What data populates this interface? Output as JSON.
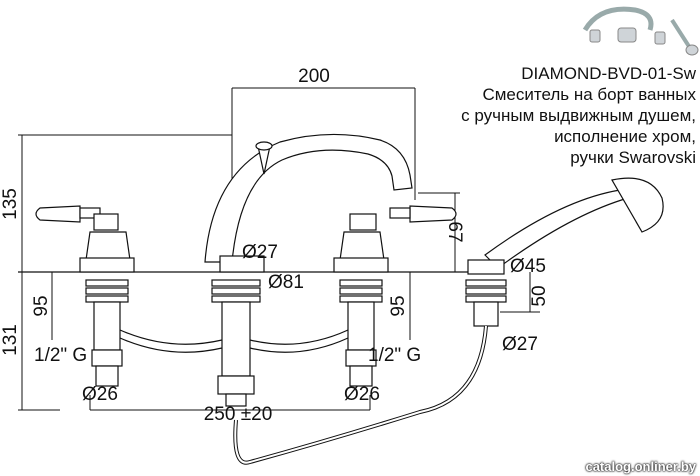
{
  "product": {
    "model": "DIAMOND-BVD-01-Sw",
    "description_lines": [
      "Смеситель на борт ванных",
      "с ручным выдвижным душем,",
      "исполнение хром,",
      "ручки Swarovski"
    ]
  },
  "dimensions": {
    "spout_reach": "200",
    "height_above_deck": "135",
    "below_deck": "131",
    "body_depth_left": "95",
    "body_depth_right": "95",
    "spout_height": "67",
    "hose_outlet_depth": "50",
    "spout_base_dia": "Ø27",
    "spout_flange_dia": "Ø81",
    "shower_flange_dia": "Ø45",
    "shower_base_dia": "Ø27",
    "thread_left": "1/2\" G",
    "thread_right": "1/2\" G",
    "valve_dia_left": "Ø26",
    "valve_dia_right": "Ø26",
    "centers": "250 ±20"
  },
  "watermark": "catalog.onliner.by",
  "icons": {
    "thumbnail": "faucet-thumbnail-icon"
  }
}
